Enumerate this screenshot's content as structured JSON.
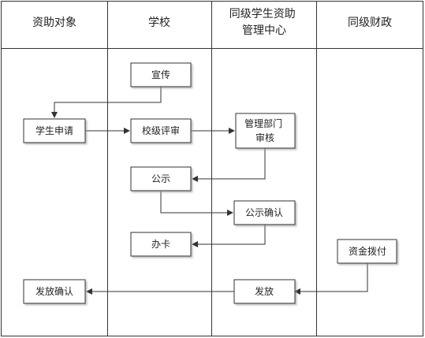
{
  "lanes": [
    {
      "header": [
        "资助对象"
      ]
    },
    {
      "header": [
        "学校"
      ]
    },
    {
      "header": [
        "同级学生资助",
        "管理中心"
      ]
    },
    {
      "header": [
        "同级财政"
      ]
    }
  ],
  "nodes": {
    "xuanchuan": [
      "宣传"
    ],
    "xueshengshenqing": [
      "学生申请"
    ],
    "xiaojipingshen": [
      "校级评审"
    ],
    "guanlibumen": [
      "管理部门",
      "审核"
    ],
    "gongshi": [
      "公示"
    ],
    "gongshiqueren": [
      "公示确认"
    ],
    "banka": [
      "办卡"
    ],
    "zijinbofu": [
      "资金拨付"
    ],
    "fafang": [
      "发放"
    ],
    "fafangqueren": [
      "发放确认"
    ]
  }
}
